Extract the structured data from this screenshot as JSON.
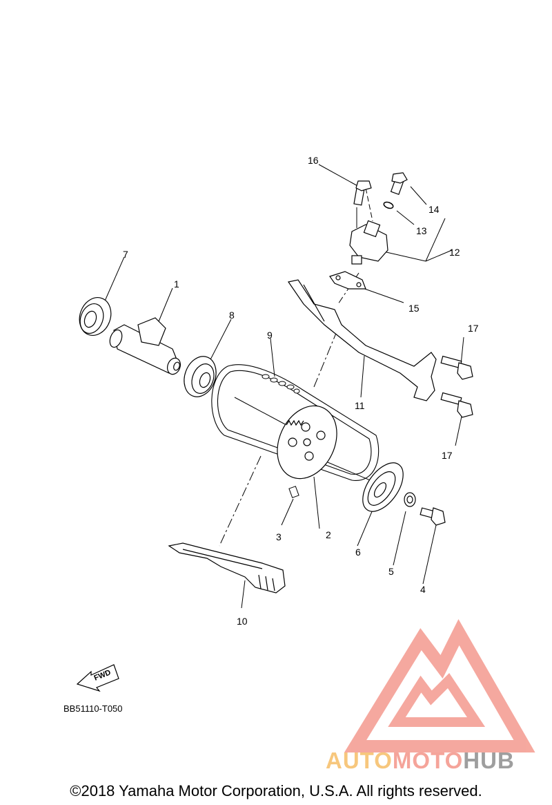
{
  "diagram": {
    "code": "BB51110-T050",
    "fwd_label": "FWD",
    "part_labels": [
      "1",
      "2",
      "3",
      "4",
      "5",
      "6",
      "7",
      "8",
      "9",
      "10",
      "11",
      "12",
      "13",
      "14",
      "15",
      "16",
      "17",
      "17"
    ]
  },
  "branding": {
    "auto": "AUTO",
    "moto": "MOTO",
    "hub": "HUB",
    "logo_color": "#f5a49a",
    "auto_color": "#f7c77d",
    "hub_color": "#9e9e9e"
  },
  "footer": {
    "copyright": "©2018 Yamaha Motor Corporation, U.S.A. All rights reserved."
  }
}
